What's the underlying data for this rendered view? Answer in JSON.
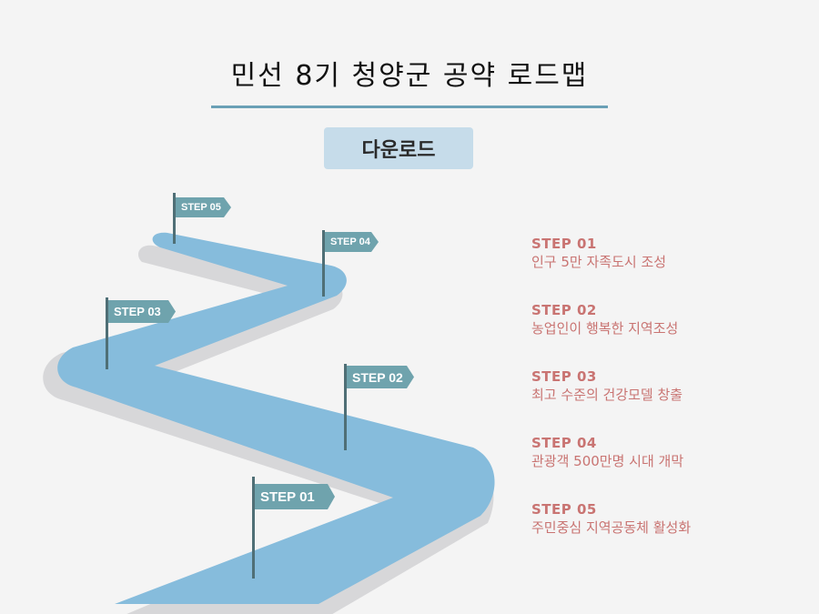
{
  "title": "민선 8기 청양군 공약 로드맵",
  "download_label": "다운로드",
  "flags": {
    "step01": "STEP 01",
    "step02": "STEP 02",
    "step03": "STEP 03",
    "step04": "STEP 04",
    "step05": "STEP 05"
  },
  "steps": [
    {
      "label": "STEP 01",
      "text": "인구 5만 자족도시 조성"
    },
    {
      "label": "STEP 02",
      "text": "농업인이 행복한 지역조성"
    },
    {
      "label": "STEP 03",
      "text": "최고 수준의 건강모델 창출"
    },
    {
      "label": "STEP 04",
      "text": "관광객 500만명 시대 개막"
    },
    {
      "label": "STEP 05",
      "text": "주민중심 지역공동체 활성화"
    }
  ],
  "colors": {
    "road": "#86bcdc",
    "road_shadow": "#d7d7d9",
    "flag": "#6fa3ad",
    "step_text": "#c97472",
    "underline": "#6aa0b6",
    "button_bg": "#c6dcea"
  }
}
